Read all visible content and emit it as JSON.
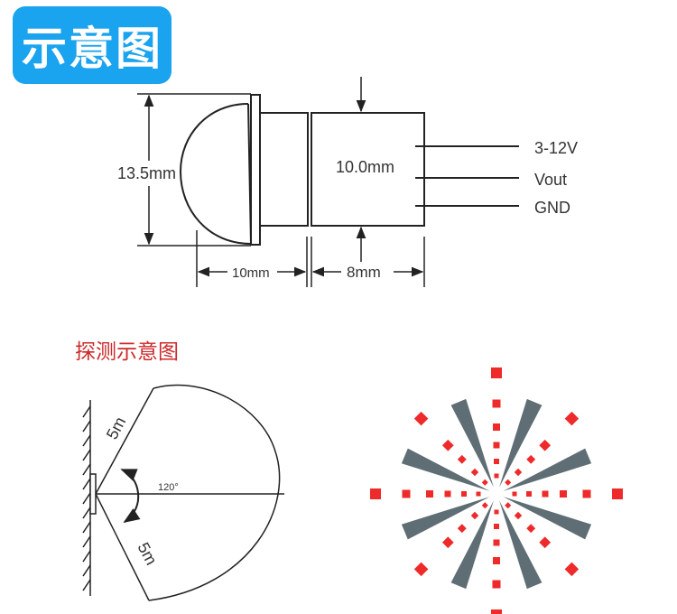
{
  "header": {
    "title": "示意图"
  },
  "dimensions": {
    "height": "13.5mm",
    "body_length": "10.0mm",
    "lens_length": "10mm",
    "base_length": "8mm"
  },
  "pins": [
    "3-12V",
    "Vout",
    "GND"
  ],
  "detection": {
    "heading": "探测示意图",
    "range_upper": "5m",
    "range_lower": "5m",
    "angle": "120°"
  },
  "colors": {
    "badge": "#1aa3ee",
    "heading": "#cc2a2a",
    "pattern_red": "#ee2a2a",
    "pattern_gray": "#5f6e74",
    "line": "#222222"
  }
}
